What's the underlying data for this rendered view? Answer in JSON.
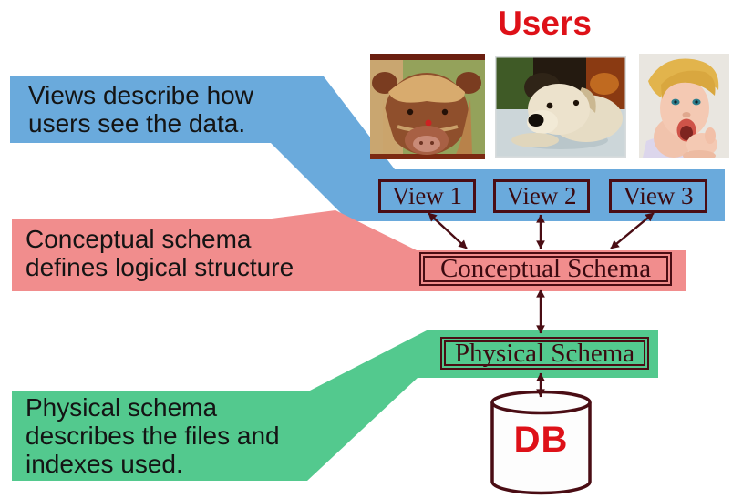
{
  "title": "Users",
  "annotations": {
    "views": "Views describe how\nusers see the data.",
    "conceptual": "Conceptual schema\ndefines logical structure",
    "physical": "Physical schema\ndescribes the files and\nindexes used."
  },
  "nodes": {
    "view1": "View 1",
    "view2": "View 2",
    "view3": "View 3",
    "conceptual": "Conceptual Schema",
    "physical": "Physical Schema",
    "db": "DB"
  },
  "photos": {
    "cow": "highland-cow-photo",
    "puppy": "puppy-photo",
    "baby": "baby-photo"
  },
  "colors": {
    "views_band": "#6AAADC",
    "conceptual_band": "#F18D8D",
    "physical_band": "#53C98E",
    "diagram_line": "#4A0D14",
    "accent_red": "#DE1118",
    "note_text": "#141414"
  }
}
